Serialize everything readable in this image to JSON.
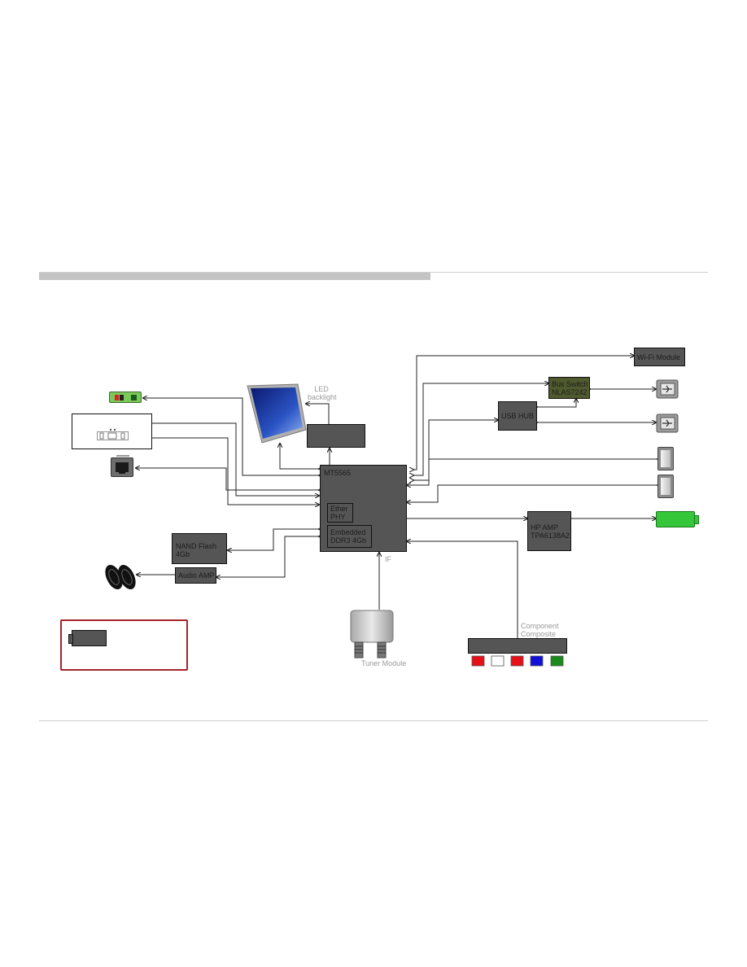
{
  "soc": {
    "title": "MT5565",
    "sub1": "Ether\nPHY",
    "sub2": "Embedded\nDDR3 4Gb"
  },
  "nand": {
    "label": "NAND Flash\n4Gb"
  },
  "audio_amp": {
    "label": "Audio AMP"
  },
  "wifi": {
    "label": "Wi-Fi Module"
  },
  "bus_switch": {
    "label": "Bus Switch\nNLAS7242"
  },
  "usb_hub": {
    "label": "USB HUB"
  },
  "hp_amp": {
    "label": "HP AMP\nTPA6138A2"
  },
  "led_backlight": {
    "label": "LED\nbacklight"
  },
  "if_label": "IF",
  "tuner": {
    "label": "Tuner Module"
  },
  "component": {
    "label": "Component\nComposite"
  },
  "rca_colors": [
    "#e5101a",
    "#ffffff",
    "#e5101a",
    "#1010d8",
    "#1a8a1a"
  ],
  "colors": {
    "block": "#555555",
    "battery": "#35c63a",
    "legend_border": "#a5242a"
  }
}
